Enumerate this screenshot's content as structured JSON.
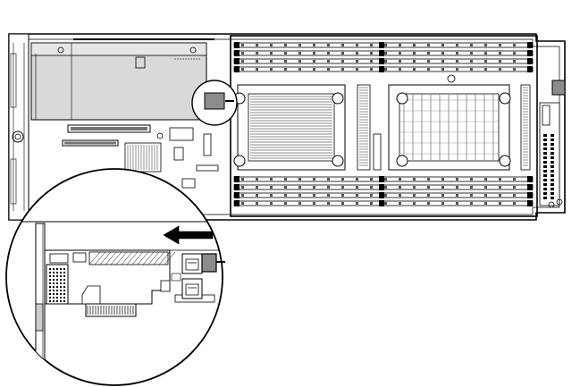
{
  "figure": {
    "kind": "server-node-system-board-illustration",
    "labels": [],
    "colors": {
      "line": "#000000",
      "background": "#ffffff",
      "riser_board": "#d9d9d9",
      "highlight_connector": "#8c8c8c",
      "arrow": "#000000"
    },
    "components": {
      "memory_banks": 4,
      "dimm_slots_per_bank": 4,
      "processors": 2,
      "arrow_direction": "left",
      "callout": "circular-zoom-of-connector"
    }
  }
}
